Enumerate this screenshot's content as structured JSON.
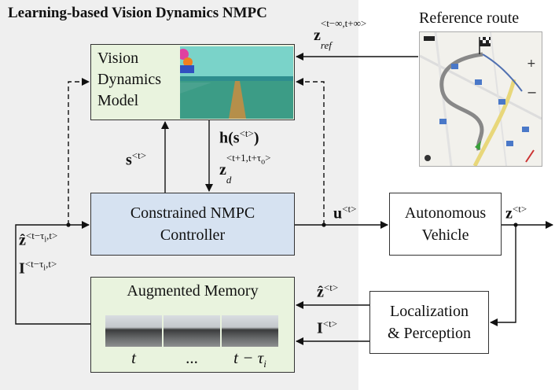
{
  "title": "Learning-based Vision Dynamics NMPC",
  "blocks": {
    "vdm": [
      "Vision",
      "Dynamics",
      "Model"
    ],
    "controller": [
      "Constrained NMPC",
      "Controller"
    ],
    "memory": "Augmented Memory",
    "vehicle": [
      "Autonomous",
      "Vehicle"
    ],
    "localization": [
      "Localization",
      "& Perception"
    ],
    "reference": "Reference route"
  },
  "memory_labels": [
    "t",
    "...",
    "t − τ"
  ],
  "memory_labels_sub": "i",
  "symbols": {
    "zref_base": "z",
    "zref_sup": "<t−∞,t+∞>",
    "zref_sub": "ref",
    "s_base": "s",
    "s_sup": "<t>",
    "h_text": "h(s",
    "h_sup": "<t>",
    "h_close": ")",
    "zd_base": "z",
    "zd_sub": "d",
    "zd_sup": "<t+1,t+τ",
    "zd_sup_sub": "o",
    "zd_sup_end": ">",
    "u_base": "u",
    "u_sup": "<t>",
    "z_base": "z",
    "z_sup": "<t>",
    "zhat_mem_base": "ẑ",
    "zhat_mem_sup": "<t−τ",
    "zhat_mem_sup_sub": "i",
    "zhat_mem_sup_end": ",t>",
    "I_mem_base": "I",
    "I_mem_sup": "<t−τ",
    "I_mem_sup_sub": "i",
    "I_mem_sup_end": ",t>",
    "zhat_loc_base": "ẑ",
    "zhat_loc_sup": "<t>",
    "I_loc_base": "I",
    "I_loc_sup": "<t>"
  },
  "colors": {
    "panel": "#efefef",
    "vdm_fill": "#e9f3de",
    "controller_fill": "#d6e2f1",
    "memory_fill": "#e9f3de"
  }
}
